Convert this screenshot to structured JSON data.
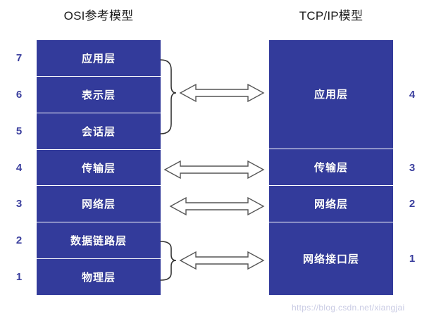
{
  "diagram": {
    "watermark": "https://blog.csdn.net/xiangjai",
    "colors": {
      "layer_fill": "#333b9b",
      "layer_text": "#ffffff",
      "number_text": "#3b3f9e",
      "title_text": "#1a1a1a",
      "arrow_outline": "#555555",
      "brace_stroke": "#333333",
      "watermark_text": "#c9cbe4"
    }
  },
  "osi": {
    "title": "OSI参考模型",
    "layers": [
      {
        "number": "7",
        "label": "应用层"
      },
      {
        "number": "6",
        "label": "表示层"
      },
      {
        "number": "5",
        "label": "会话层"
      },
      {
        "number": "4",
        "label": "传输层"
      },
      {
        "number": "3",
        "label": "网络层"
      },
      {
        "number": "2",
        "label": "数据链路层"
      },
      {
        "number": "1",
        "label": "物理层"
      }
    ]
  },
  "tcpip": {
    "title": "TCP/IP模型",
    "layers": [
      {
        "number": "4",
        "label": "应用层",
        "span": 3
      },
      {
        "number": "3",
        "label": "传输层",
        "span": 1
      },
      {
        "number": "2",
        "label": "网络层",
        "span": 1
      },
      {
        "number": "1",
        "label": "网络接口层",
        "span": 2
      }
    ]
  },
  "mappings": [
    {
      "id": "map-application",
      "osi_layers": "7,6,5",
      "tcpip_layer": "4",
      "braced": true
    },
    {
      "id": "map-transport",
      "osi_layers": "4",
      "tcpip_layer": "3",
      "braced": false
    },
    {
      "id": "map-network",
      "osi_layers": "3",
      "tcpip_layer": "2",
      "braced": false
    },
    {
      "id": "map-netinterface",
      "osi_layers": "2,1",
      "tcpip_layer": "1",
      "braced": true
    }
  ]
}
